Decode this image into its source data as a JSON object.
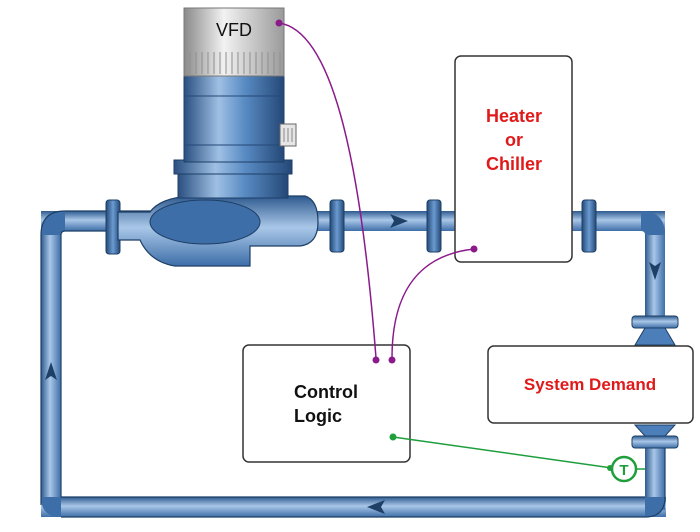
{
  "diagram": {
    "vfd_label": "VFD",
    "heater_label_line1": "Heater",
    "heater_label_line2": "or",
    "heater_label_line3": "Chiller",
    "demand_label": "System Demand",
    "control_label_line1": "Control",
    "control_label_line2": "Logic",
    "sensor_label": "T"
  },
  "colors": {
    "pipe": "#4c7fb9",
    "pipe_dark": "#2e5a8f",
    "pipe_light": "#a9c7e8",
    "red_text": "#e01a1a",
    "signal_purple": "#8b1a8b",
    "signal_green": "#1f9e3c",
    "box_stroke": "#333333"
  }
}
